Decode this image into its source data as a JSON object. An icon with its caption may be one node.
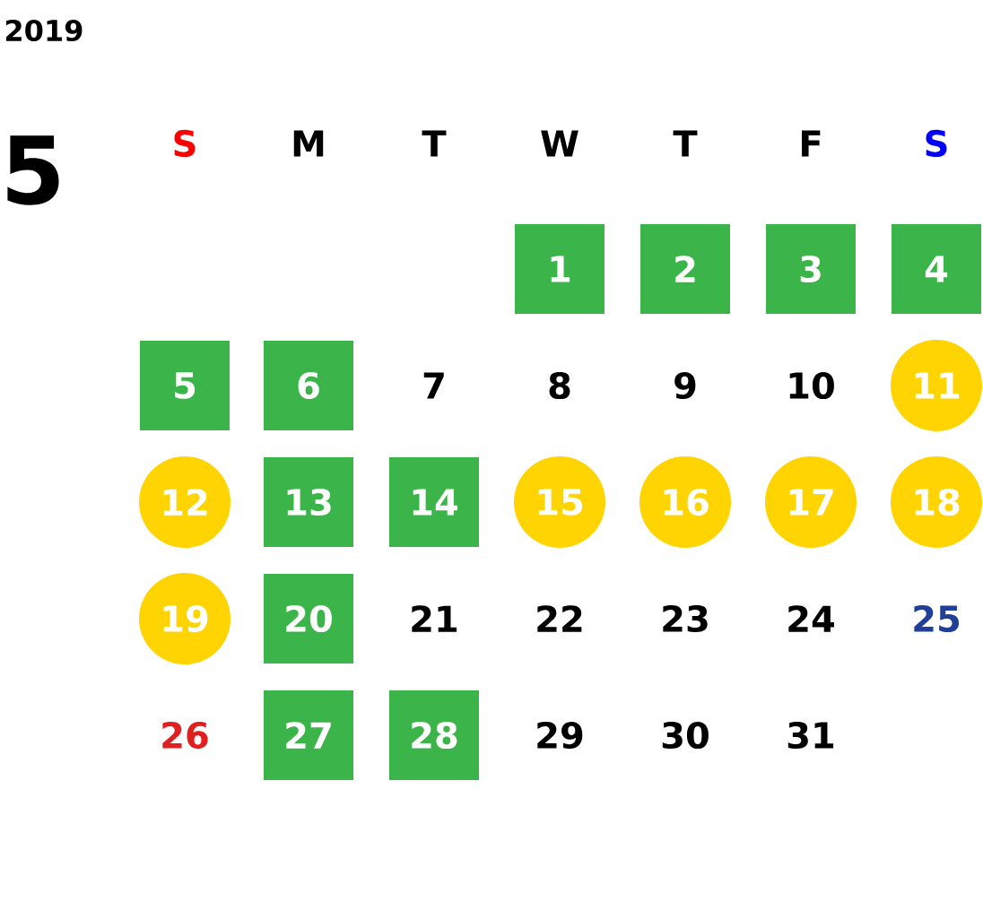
{
  "diagram": {
    "title": "2019",
    "nodes": [
      {
        "text": [
          "1"
        ]
      },
      {
        "text": [
          "2"
        ]
      },
      {
        "text": [
          "3"
        ]
      },
      {
        "text": [
          "4"
        ]
      },
      {
        "text": [
          "5"
        ]
      },
      {
        "text": [
          "6"
        ]
      },
      {
        "text": [
          "11"
        ]
      },
      {
        "text": [
          "12"
        ]
      },
      {
        "text": [
          "13"
        ]
      },
      {
        "text": [
          "14"
        ]
      },
      {
        "text": [
          "15"
        ]
      },
      {
        "text": [
          "16"
        ]
      },
      {
        "text": [
          "17"
        ]
      },
      {
        "text": [
          "18"
        ]
      },
      {
        "text": [
          "19"
        ]
      },
      {
        "text": [
          "20"
        ]
      },
      {
        "text": [
          "27"
        ]
      },
      {
        "text": [
          "28"
        ]
      }
    ],
    "labels": [
      "5",
      "S",
      "M",
      "T",
      "W",
      "T",
      "F",
      "S",
      "7",
      "8",
      "9",
      "10",
      "21",
      "22",
      "23",
      "24",
      "25",
      "26",
      "29",
      "30",
      "31"
    ]
  }
}
